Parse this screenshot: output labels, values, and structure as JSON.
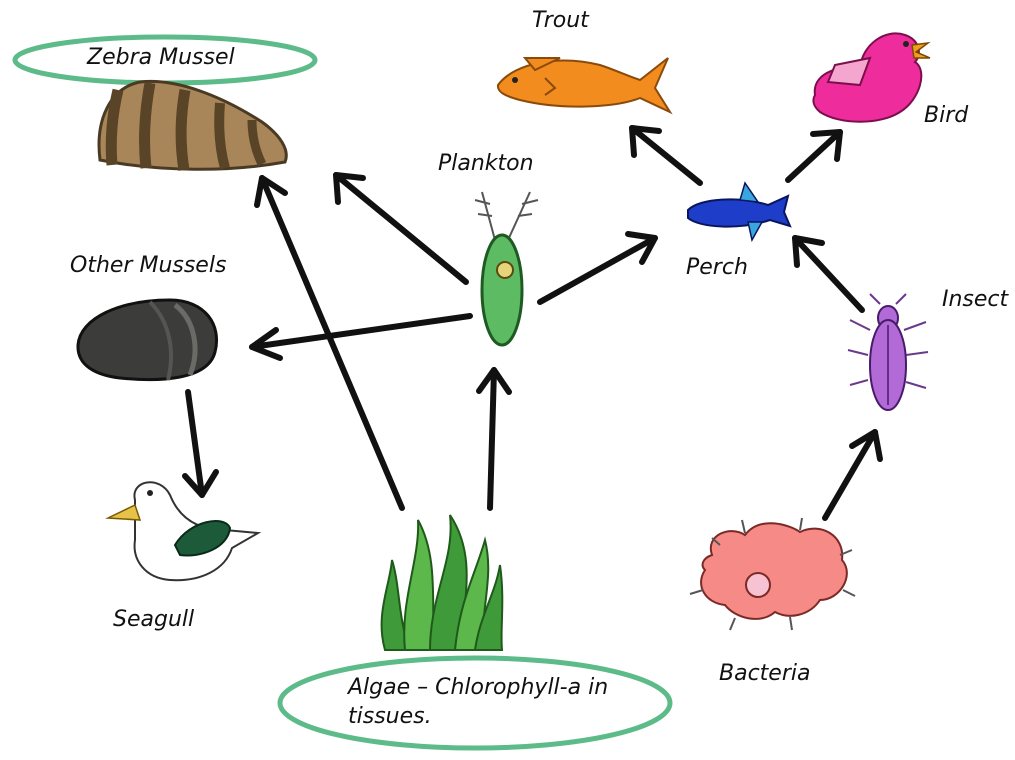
{
  "organisms": {
    "zebra_mussel": "Zebra Mussel",
    "trout": "Trout",
    "bird": "Bird",
    "plankton": "Plankton",
    "perch": "Perch",
    "other_mussels": "Other Mussels",
    "insect": "Insect",
    "seagull": "Seagull",
    "algae": "Algae – Chlorophyll-a in tissues.",
    "bacteria": "Bacteria"
  },
  "highlighted": [
    "zebra_mussel",
    "algae"
  ],
  "links": [
    {
      "from": "plankton",
      "to": "zebra_mussel"
    },
    {
      "from": "algae",
      "to": "zebra_mussel"
    },
    {
      "from": "plankton",
      "to": "other_mussels"
    },
    {
      "from": "plankton",
      "to": "perch"
    },
    {
      "from": "algae",
      "to": "plankton"
    },
    {
      "from": "other_mussels",
      "to": "seagull"
    },
    {
      "from": "perch",
      "to": "trout"
    },
    {
      "from": "perch",
      "to": "bird"
    },
    {
      "from": "insect",
      "to": "perch"
    },
    {
      "from": "bacteria",
      "to": "insect"
    }
  ],
  "colors": {
    "highlight_ring": "#5dbb8a",
    "arrow": "#111111"
  }
}
